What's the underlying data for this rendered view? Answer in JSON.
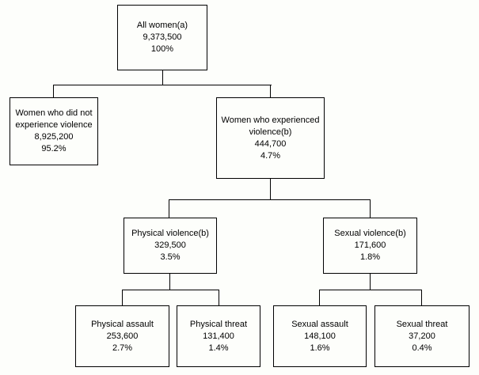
{
  "diagram": {
    "type": "tree-flowchart",
    "background_color": "#fdfefb",
    "box_border_color": "#000000",
    "connector_color": "#000000",
    "text_color": "#000000"
  },
  "nodes": {
    "all_women": {
      "label": "All women(a)",
      "count": "9,373,500",
      "percent": "100%"
    },
    "no_violence": {
      "label": "Women who did not experience violence",
      "count": "8,925,200",
      "percent": "95.2%"
    },
    "experienced_violence": {
      "label": "Women who experienced violence(b)",
      "count": "444,700",
      "percent": "4.7%"
    },
    "physical_violence": {
      "label": "Physical violence(b)",
      "count": "329,500",
      "percent": "3.5%"
    },
    "sexual_violence": {
      "label": "Sexual violence(b)",
      "count": "171,600",
      "percent": "1.8%"
    },
    "physical_assault": {
      "label": "Physical assault",
      "count": "253,600",
      "percent": "2.7%"
    },
    "physical_threat": {
      "label": "Physical threat",
      "count": "131,400",
      "percent": "1.4%"
    },
    "sexual_assault": {
      "label": "Sexual assault",
      "count": "148,100",
      "percent": "1.6%"
    },
    "sexual_threat": {
      "label": "Sexual threat",
      "count": "37,200",
      "percent": "0.4%"
    }
  },
  "edges": [
    {
      "from": "all_women",
      "to": "no_violence"
    },
    {
      "from": "all_women",
      "to": "experienced_violence"
    },
    {
      "from": "experienced_violence",
      "to": "physical_violence"
    },
    {
      "from": "experienced_violence",
      "to": "sexual_violence"
    },
    {
      "from": "physical_violence",
      "to": "physical_assault"
    },
    {
      "from": "physical_violence",
      "to": "physical_threat"
    },
    {
      "from": "sexual_violence",
      "to": "sexual_assault"
    },
    {
      "from": "sexual_violence",
      "to": "sexual_threat"
    }
  ]
}
